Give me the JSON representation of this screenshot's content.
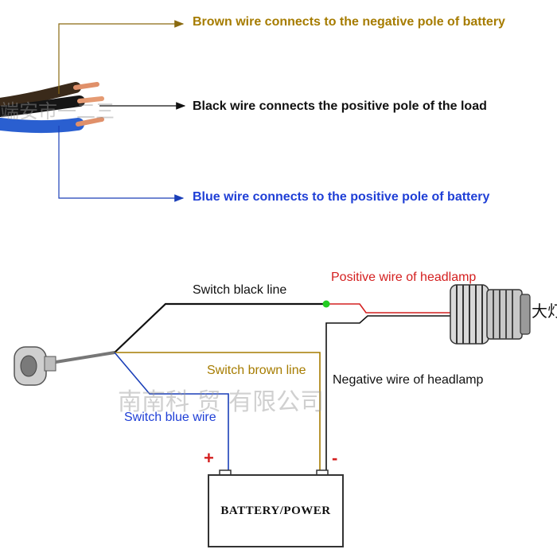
{
  "colors": {
    "brown_wire": "#8a6a10",
    "brown_label": "#a67c00",
    "black_wire": "#111111",
    "blue_wire": "#1a3fb8",
    "blue_label": "#1f3fd6",
    "red_wire": "#d42020",
    "red_label": "#d42020",
    "copper": "#e0906a",
    "junction_dot": "#22cc22"
  },
  "callouts": {
    "brown": "Brown wire connects to the negative pole of battery",
    "black": "Black wire connects the positive pole of the load",
    "blue": "Blue wire connects to the positive pole of battery"
  },
  "circuit": {
    "switch_black_line": "Switch black line",
    "positive_wire_headlamp": "Positive wire of headlamp",
    "switch_brown_line": "Switch brown line",
    "negative_wire_headlamp": "Negative wire of headlamp",
    "switch_blue_wire": "Switch blue wire",
    "plus_sign": "+",
    "minus_sign": "-",
    "battery_label": "BATTERY/POWER",
    "headlamp_cjk_label": "大灯"
  },
  "watermarks": {
    "top": "端安市一二三",
    "bottom": "南南科    贸 有限公司"
  }
}
